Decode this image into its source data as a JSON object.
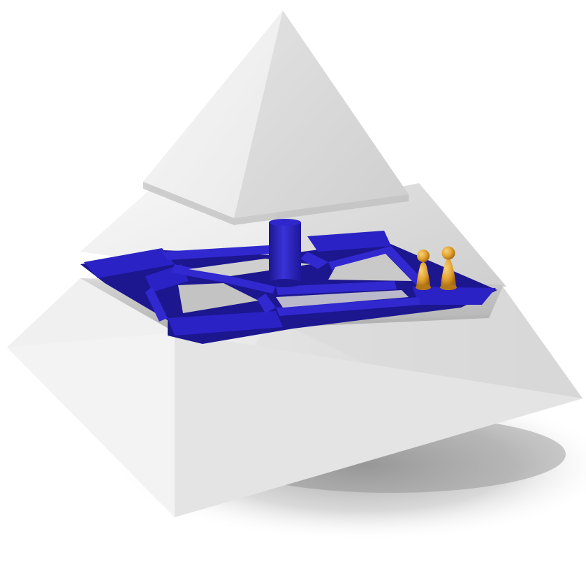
{
  "scene": {
    "subject": "pyramid-with-blue-platform-and-pawns",
    "colors": {
      "background": "#ffffff",
      "pyramid_light": "#efefef",
      "pyramid_mid": "#e1e1e1",
      "pyramid_dark": "#cdcdcd",
      "platform_blue": "#2a22c4",
      "platform_blue_dark": "#1c168f",
      "pawn_gold": "#e3a431",
      "pawn_gold_dark": "#b57818",
      "shadow": "#9a9a9a"
    },
    "parts": [
      {
        "name": "pyramid-top-segment"
      },
      {
        "name": "pyramid-middle-segment"
      },
      {
        "name": "pyramid-base-segment"
      },
      {
        "name": "blue-platform"
      },
      {
        "name": "blue-column"
      },
      {
        "name": "pawn-pair"
      }
    ]
  }
}
